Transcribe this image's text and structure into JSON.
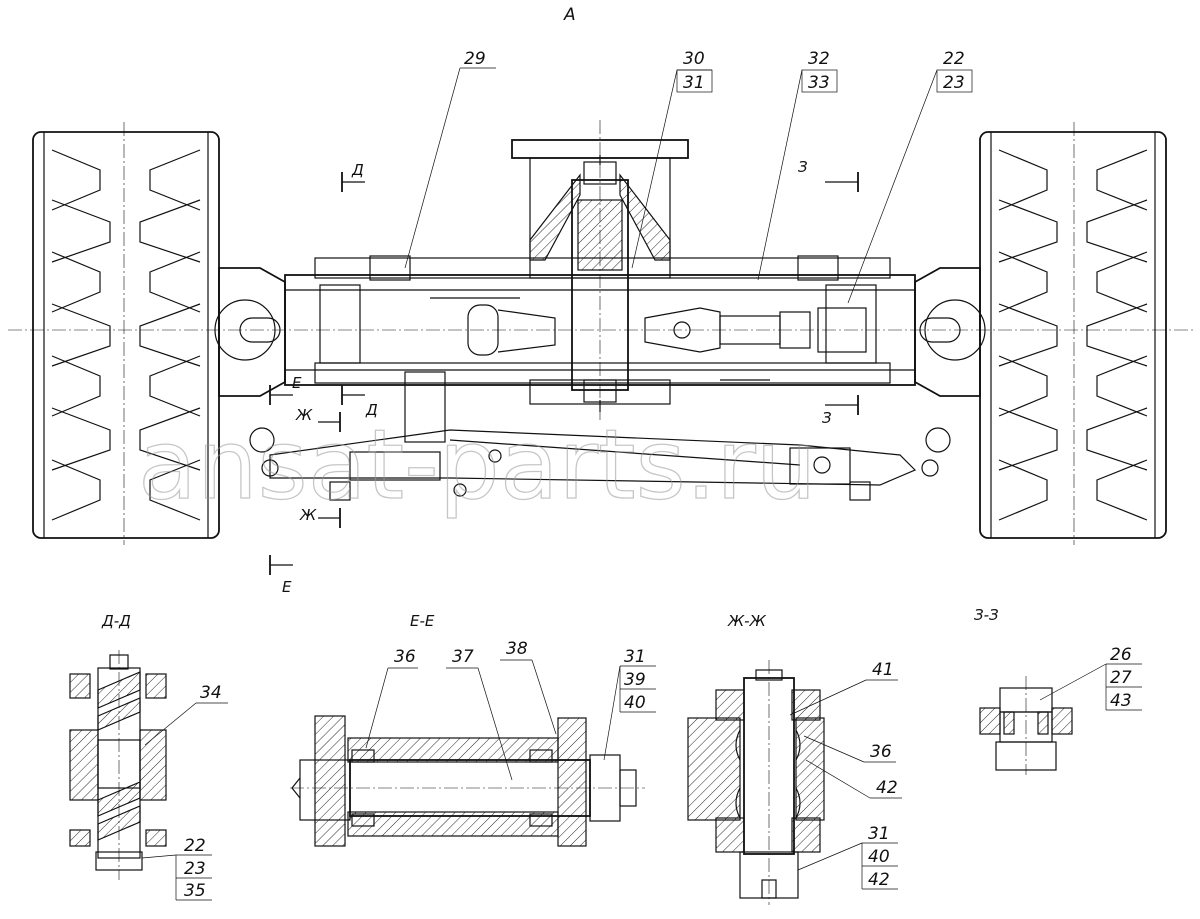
{
  "view_label": "А",
  "watermark": "ansat-parts.ru",
  "main_view": {
    "callouts": [
      {
        "id": "c29",
        "top": "29"
      },
      {
        "id": "c30",
        "top": "30",
        "bottom": "31"
      },
      {
        "id": "c32",
        "top": "32",
        "bottom": "33"
      },
      {
        "id": "c22",
        "top": "22",
        "bottom": "23"
      }
    ],
    "section_marks": {
      "d_top": "Д",
      "d_bottom": "Д",
      "z3_top": "З",
      "z3_bottom": "З",
      "e_top": "Е",
      "e_bottom": "Е",
      "zh_top": "Ж",
      "zh_bottom": "Ж"
    }
  },
  "sections": [
    {
      "id": "dd",
      "title": "Д-Д",
      "callouts": [
        {
          "top": "34"
        },
        {
          "stack": [
            "22",
            "23",
            "35"
          ]
        }
      ]
    },
    {
      "id": "ee",
      "title": "Е-Е",
      "callouts": [
        {
          "top": "36"
        },
        {
          "top": "37"
        },
        {
          "top": "38"
        },
        {
          "stack": [
            "31",
            "39",
            "40"
          ]
        }
      ]
    },
    {
      "id": "zhzh",
      "title": "Ж-Ж",
      "callouts": [
        {
          "top": "41"
        },
        {
          "top": "36"
        },
        {
          "top": "42"
        },
        {
          "stack": [
            "31",
            "40",
            "42"
          ]
        }
      ]
    },
    {
      "id": "zz",
      "title": "З-З",
      "callouts": [
        {
          "stack": [
            "26",
            "27",
            "43"
          ]
        }
      ]
    }
  ]
}
